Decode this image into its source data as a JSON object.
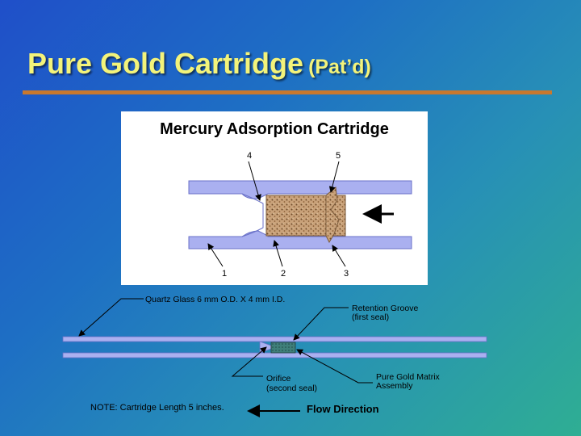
{
  "header": {
    "title": "Pure Gold Cartridge",
    "title_suffix": "(Pat’d)"
  },
  "diagram": {
    "heading": "Mercury Adsorption Cartridge",
    "top_labels": [
      "4",
      "5"
    ],
    "bottom_labels": [
      "1",
      "2",
      "3"
    ],
    "quartz_label": "Quartz Glass 6 mm O.D. X 4 mm I.D.",
    "retention_label_1": "Retention Groove",
    "retention_label_2": "(first seal)",
    "orifice_label_1": "Orifice",
    "orifice_label_2": "(second seal)",
    "matrix_label_1": "Pure Gold Matrix",
    "matrix_label_2": "Assembly",
    "note": "NOTE: Cartridge Length 5 inches.",
    "flow_label": "Flow Direction"
  },
  "colors": {
    "title": "#f3f37a",
    "rule": "#c8782e",
    "glass": "#aab0f0",
    "matrix": "#c9a27a"
  }
}
